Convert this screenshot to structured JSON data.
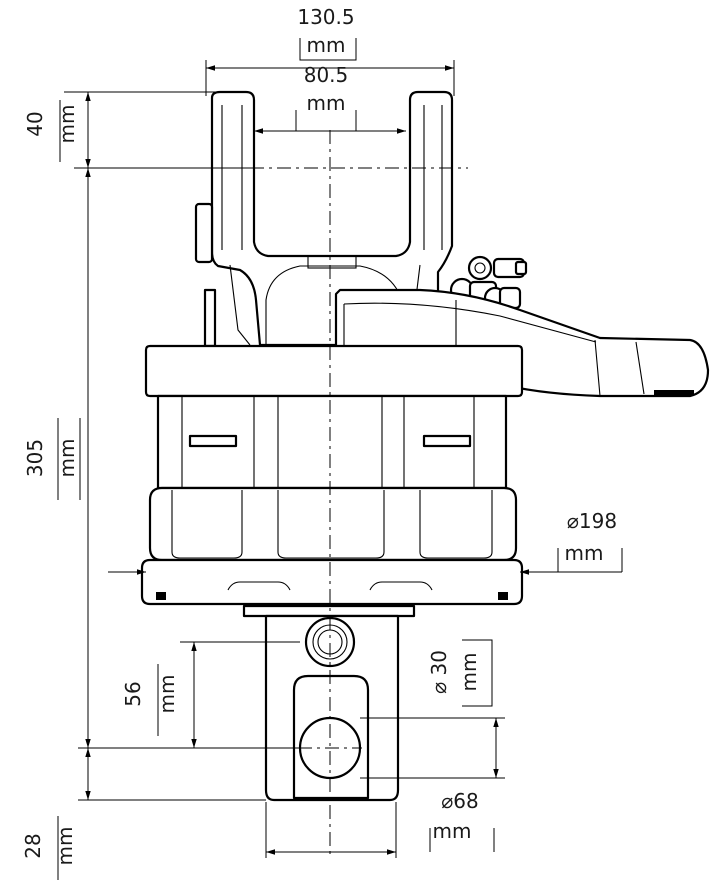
{
  "dimensions": {
    "top_width": {
      "value": "130.5",
      "unit": "mm"
    },
    "inner_width": {
      "value": "80.5",
      "unit": "mm"
    },
    "pin_offset": {
      "value": "40",
      "unit": "mm"
    },
    "total_height": {
      "value": "305",
      "unit": "mm"
    },
    "body_diameter": {
      "value": "⌀198",
      "unit": "mm"
    },
    "bolt_diameter": {
      "value": "⌀ 30",
      "unit": "mm"
    },
    "bottom_pin_spacing": {
      "value": "56",
      "unit": "mm"
    },
    "bottom_width": {
      "value": "⌀68",
      "unit": "mm"
    },
    "bottom_offset": {
      "value": "28",
      "unit": "mm"
    }
  }
}
